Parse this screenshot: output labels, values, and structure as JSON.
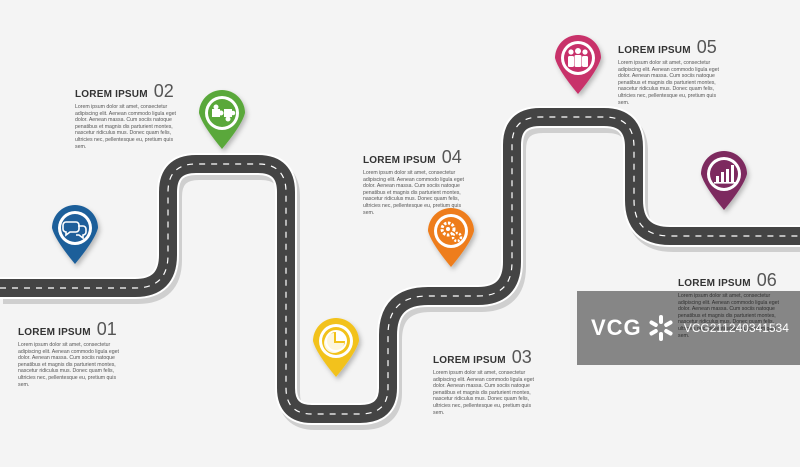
{
  "steps": [
    {
      "title": "LOREM IPSUM",
      "number": "01",
      "text": "Lorem ipsum dolor sit amet, consectetur adipiscing elit. Aenean commodo ligula eget dolor. Aenean massa. Cum sociis natoque penatibus et magnis dis parturient montes, nascetur ridiculus mus. Donec quam felis, ultricies nec, pellentesque eu, pretium quis sem.",
      "icon": "speech-bubbles-icon",
      "color": "#1f5f9a"
    },
    {
      "title": "LOREM IPSUM",
      "number": "02",
      "text": "Lorem ipsum dolor sit amet, consectetur adipiscing elit. Aenean commodo ligula eget dolor. Aenean massa. Cum sociis natoque penatibus et magnis dis parturient montes, nascetur ridiculus mus. Donec quam felis, ultricies nec, pellentesque eu, pretium quis sem.",
      "icon": "puzzle-icon",
      "color": "#5aa83a"
    },
    {
      "title": "LOREM IPSUM",
      "number": "03",
      "text": "Lorem ipsum dolor sit amet, consectetur adipiscing elit. Aenean commodo ligula eget dolor. Aenean massa. Cum sociis natoque penatibus et magnis dis parturient montes, nascetur ridiculus mus. Donec quam felis, ultricies nec, pellentesque eu, pretium quis sem.",
      "icon": "pie-chart-icon",
      "color": "#f2c21b"
    },
    {
      "title": "LOREM IPSUM",
      "number": "04",
      "text": "Lorem ipsum dolor sit amet, consectetur adipiscing elit. Aenean commodo ligula eget dolor. Aenean massa. Cum sociis natoque penatibus et magnis dis parturient montes, nascetur ridiculus mus. Donec quam felis, ultricies nec, pellentesque eu, pretium quis sem.",
      "icon": "gears-icon",
      "color": "#ee7d1a"
    },
    {
      "title": "LOREM IPSUM",
      "number": "05",
      "text": "Lorem ipsum dolor sit amet, consectetur adipiscing elit. Aenean commodo ligula eget dolor. Aenean massa. Cum sociis natoque penatibus et magnis dis parturient montes, nascetur ridiculus mus. Donec quam felis, ultricies nec, pellentesque eu, pretium quis sem.",
      "icon": "team-icon",
      "color": "#c8306a"
    },
    {
      "title": "LOREM IPSUM",
      "number": "06",
      "text": "Lorem ipsum dolor sit amet, consectetur adipiscing elit. Aenean commodo ligula eget dolor. Aenean massa. Cum sociis natoque penatibus et magnis dis parturient montes, nascetur ridiculus mus. Donec quam felis, ultricies nec, pellentesque eu, pretium quis sem.",
      "icon": "bar-chart-icon",
      "color": "#7d2a5f"
    }
  ],
  "watermark": {
    "logo": "VCG",
    "id": "VCG211240341534"
  },
  "road": {
    "color": "#444444",
    "dash": "#ffffff"
  }
}
